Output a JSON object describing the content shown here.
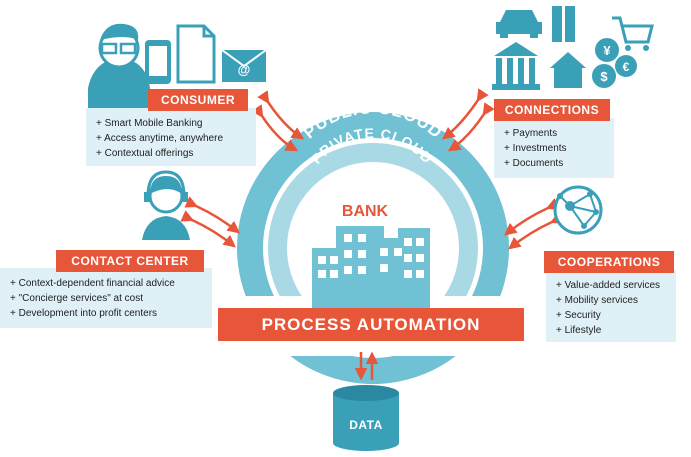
{
  "center": {
    "public_cloud": "PUBLIC CLOUD",
    "private_cloud": "PRIVATE CLOUD",
    "bank": "BANK",
    "process_automation": "PROCESS AUTOMATION",
    "data": "DATA"
  },
  "consumer": {
    "title": "CONSUMER",
    "items": [
      "+ Smart Mobile Banking",
      "+ Access anytime, anywhere",
      "+ Contextual offerings"
    ]
  },
  "connections": {
    "title": "CONNECTIONS",
    "items": [
      "+ Payments",
      "+ Investments",
      "+ Documents"
    ],
    "icons": {
      "yen": "¥",
      "dollar": "$",
      "euro": "€"
    }
  },
  "contact_center": {
    "title": "CONTACT CENTER",
    "items": [
      "+ Context-dependent financial advice",
      "+ \"Concierge services\" at cost",
      "+ Development into profit centers"
    ]
  },
  "cooperations": {
    "title": "COOPERATIONS",
    "items": [
      "+ Value-added services",
      "+ Mobility services",
      "+ Security",
      "+ Lifestyle"
    ]
  },
  "colors": {
    "accent": "#e8563a",
    "teal": "#3aa0b8",
    "ring": "#6fc1d3",
    "panel": "#dff0f6",
    "dark": "#2b88a3"
  }
}
